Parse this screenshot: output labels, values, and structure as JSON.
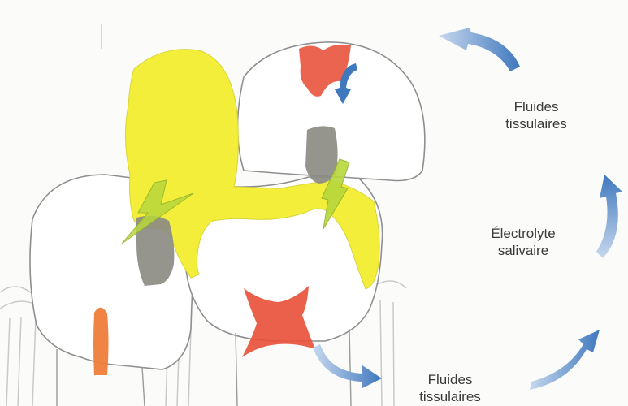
{
  "labels": {
    "fluides_top": {
      "line1": "Fluides",
      "line2": "tissulaires"
    },
    "electrolyte": {
      "line1": "Électrolyte",
      "line2": "salivaire"
    },
    "fluides_bottom": {
      "line1": "Fluides",
      "line2": "tissulaires"
    }
  },
  "colors": {
    "background": "#fbfbf9",
    "tooth_outline": "#8f8f8f",
    "yellow_restoration": "#f2ee3a",
    "red_pulp": "#e8533c",
    "orange_canal": "#ef7d3a",
    "grey_restoration": "#8c8c84",
    "lightning": "#b8d63c",
    "blue_arrow": "#4a7fc0"
  }
}
